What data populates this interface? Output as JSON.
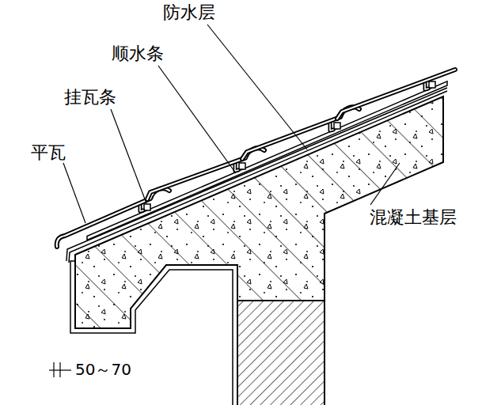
{
  "diagram": {
    "labels": [
      "防水层",
      "顺水条",
      "挂瓦条",
      "平瓦",
      "混凝土基层",
      "50～70"
    ]
  }
}
